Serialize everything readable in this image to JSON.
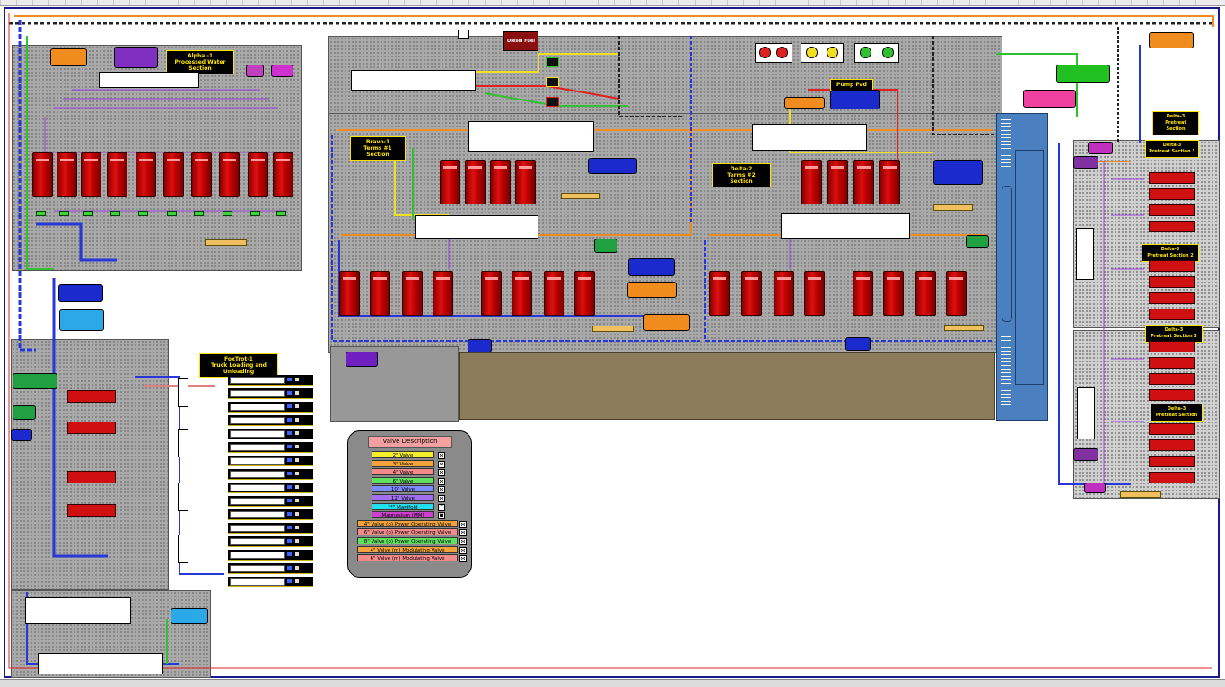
{
  "sections": {
    "alpha": "Alpha -1\nProcessed Water Section",
    "bravo": "Bravo-1\nTerms #1 Section",
    "delta2": "Delta-2\nTerms #2 Section",
    "foxtrot": "FoxTrot-1\nTruck Loading and Unloading",
    "pump_pad": "Pump Pad",
    "diesel_fuel": "Diesel Fuel",
    "delta3": "Delta-3\nPretreat Section",
    "delta3_1": "Delta-3\nPretreat Section 1",
    "delta3_2": "Delta-3\nPretreat Section 2",
    "delta3_3": "Delta-3\nPretreat Section 3",
    "delta3_4": "Delta-3\nPretreat Section"
  },
  "legend": {
    "title": "Valve Description",
    "items": [
      {
        "label": "2\" Valve",
        "color": "#f2ee2a",
        "sym": "⋈"
      },
      {
        "label": "3\" Valve",
        "color": "#f4a23a",
        "sym": "⋈"
      },
      {
        "label": "4\" Valve",
        "color": "#f48a8a",
        "sym": "⋈"
      },
      {
        "label": "6\" Valve",
        "color": "#5fe05f",
        "sym": "⋈"
      },
      {
        "label": "10\" Valve",
        "color": "#7c8cff",
        "sym": "⋈"
      },
      {
        "label": "12\" Valve",
        "color": "#a070f0",
        "sym": "⋈"
      },
      {
        "label": "**\" Manifold",
        "color": "#20e0f0",
        "sym": "⊤"
      },
      {
        "label": "Magnesium (MM)",
        "color": "#d040d0",
        "sym": "■"
      },
      {
        "label": "4\" Valve (p) Power Operating Valve",
        "color": "#f4a23a",
        "sym": "⋈"
      },
      {
        "label": "6\" Valve (p) Power Operating Valve",
        "color": "#f48a8a",
        "sym": "⋈"
      },
      {
        "label": "8\" Valve (p) Power Operating Valve",
        "color": "#5fe05f",
        "sym": "⋈"
      },
      {
        "label": "4\" Valve (m) Modulating Valve",
        "color": "#f4a23a",
        "sym": "⋈"
      },
      {
        "label": "6\" Valve (m) Modulating Valve",
        "color": "#f48a8a",
        "sym": "⋈"
      }
    ]
  },
  "colors": {
    "pipe_orange": "#f08c1e",
    "pipe_blue": "#2838d8",
    "pipe_purple": "#a040e0",
    "pipe_red": "#e02020",
    "pipe_yellow": "#f0e020",
    "pipe_green": "#30c030",
    "area_gray": "#a9a9a9",
    "tank_red": "#d01010",
    "brown_ground": "#8a7a5a",
    "blue_block": "#4a7fc0",
    "frame_blue": "#1a1a8a"
  }
}
